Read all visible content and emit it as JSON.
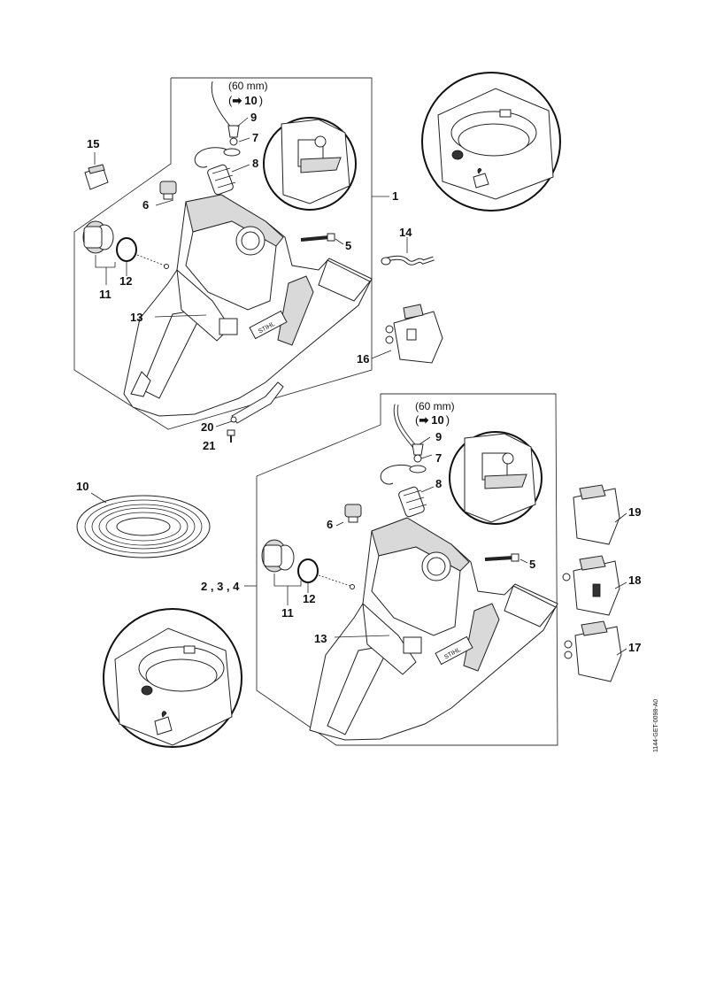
{
  "labels": {
    "l1": "1",
    "l234": "2 , 3 , 4",
    "l5a": "5",
    "l5b": "5",
    "l6a": "6",
    "l6b": "6",
    "l7a": "7",
    "l7b": "7",
    "l8a": "8",
    "l8b": "8",
    "l9a": "9",
    "l9b": "9",
    "l10": "10",
    "l11a": "11",
    "l11b": "11",
    "l12a": "12",
    "l12b": "12",
    "l13a": "13",
    "l13b": "13",
    "l14": "14",
    "l15": "15",
    "l16": "16",
    "l17": "17",
    "l18": "18",
    "l19": "19",
    "l20": "20",
    "l21": "21"
  },
  "notes": {
    "length_a": "(60 mm)",
    "ref_a_open": "(",
    "ref_a_arrow": "➡",
    "ref_a_num": "10",
    "ref_a_close": ")",
    "length_b": "(60 mm)",
    "ref_b_open": "(",
    "ref_b_arrow": "➡",
    "ref_b_num": "10",
    "ref_b_close": ")"
  },
  "drawing_code": "1144-GET-0098-A0",
  "brand_marks": [
    "STIHL",
    "STIHL"
  ]
}
